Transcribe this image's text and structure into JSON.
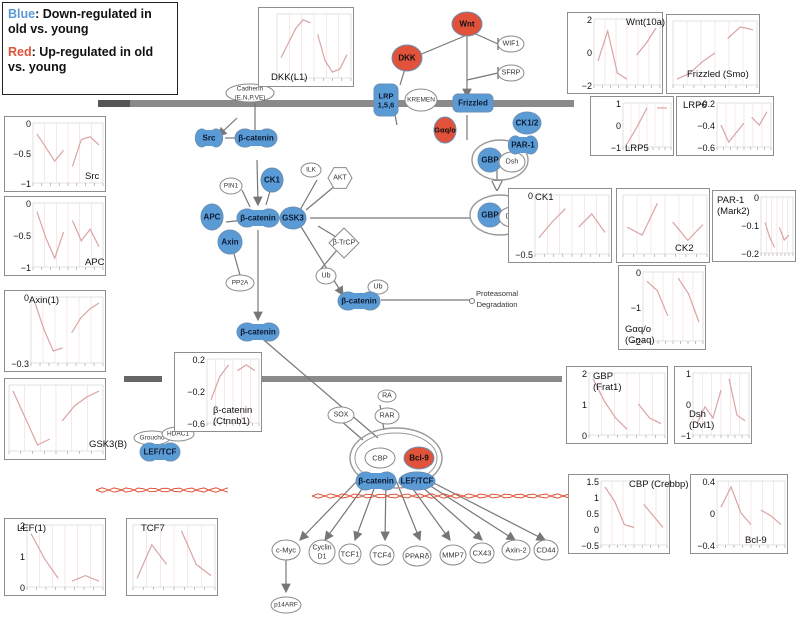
{
  "legend": {
    "blue_key": "Blue",
    "blue_text": ": Down-regulated in old vs. young",
    "red_key": "Red",
    "red_text": ": Up-regulated in old vs. young"
  },
  "colors": {
    "down": "#5b9bd5",
    "up": "#e0523a",
    "neutral": "#ffffff",
    "membrane": "#8a8a8a",
    "plot_line": "#d9a4a4"
  },
  "nodes": [
    {
      "id": "wnt",
      "label": "Wnt",
      "state": "up"
    },
    {
      "id": "dkk",
      "label": "DKK",
      "state": "up"
    },
    {
      "id": "lrp",
      "label": "LRP 1,5,6",
      "state": "down"
    },
    {
      "id": "kremen",
      "label": "KREMEN",
      "state": "neutral"
    },
    {
      "id": "wif1",
      "label": "WIF1",
      "state": "neutral"
    },
    {
      "id": "sfrp",
      "label": "SFRP",
      "state": "neutral"
    },
    {
      "id": "frizzled",
      "label": "Frizzled",
      "state": "down"
    },
    {
      "id": "gaqo",
      "label": "Gαq/o",
      "state": "up"
    },
    {
      "id": "gbp1",
      "label": "GBP",
      "state": "down"
    },
    {
      "id": "dsh1",
      "label": "Dsh",
      "state": "neutral"
    },
    {
      "id": "ck12",
      "label": "CK1/2",
      "state": "down"
    },
    {
      "id": "par1",
      "label": "PAR-1",
      "state": "down"
    },
    {
      "id": "cadherin",
      "label": "Cadherin (E,N,P,VE)",
      "state": "neutral"
    },
    {
      "id": "src",
      "label": "Src",
      "state": "down"
    },
    {
      "id": "bcat1",
      "label": "β-catenin",
      "state": "down"
    },
    {
      "id": "ck1",
      "label": "CK1",
      "state": "down"
    },
    {
      "id": "ilk",
      "label": "ILK",
      "state": "neutral"
    },
    {
      "id": "akt",
      "label": "AKT",
      "state": "neutral"
    },
    {
      "id": "pin1",
      "label": "PIN1",
      "state": "neutral"
    },
    {
      "id": "apc",
      "label": "APC",
      "state": "down"
    },
    {
      "id": "bcat2",
      "label": "β-catenin",
      "state": "down"
    },
    {
      "id": "gsk3",
      "label": "GSK3",
      "state": "down"
    },
    {
      "id": "axin",
      "label": "Axin",
      "state": "down"
    },
    {
      "id": "gbp2",
      "label": "GBP",
      "state": "down"
    },
    {
      "id": "dsh2",
      "label": "Dsh",
      "state": "neutral"
    },
    {
      "id": "btrcp",
      "label": "β-TrCP",
      "state": "neutral"
    },
    {
      "id": "ub1",
      "label": "Ub",
      "state": "neutral"
    },
    {
      "id": "pp2a",
      "label": "PP2A",
      "state": "neutral"
    },
    {
      "id": "ub2",
      "label": "Ub",
      "state": "neutral"
    },
    {
      "id": "bcat3",
      "label": "β-catenin",
      "state": "down"
    },
    {
      "id": "proteasome",
      "label": "Proteasomal Degradation",
      "state": "text"
    },
    {
      "id": "bcat4",
      "label": "β-catenin",
      "state": "down"
    },
    {
      "id": "sox",
      "label": "SOX",
      "state": "neutral"
    },
    {
      "id": "ra",
      "label": "RA",
      "state": "neutral"
    },
    {
      "id": "rar",
      "label": "RAR",
      "state": "neutral"
    },
    {
      "id": "cbp",
      "label": "CBP",
      "state": "neutral"
    },
    {
      "id": "bcl9",
      "label": "Bcl-9",
      "state": "up"
    },
    {
      "id": "bcat5",
      "label": "β-catenin",
      "state": "down"
    },
    {
      "id": "leftcf",
      "label": "LEF/TCF",
      "state": "down"
    },
    {
      "id": "groucho",
      "label": "Groucho",
      "state": "neutral"
    },
    {
      "id": "hdac1",
      "label": "HDAC1",
      "state": "neutral"
    },
    {
      "id": "leftcf2",
      "label": "LEF/TCF",
      "state": "down"
    },
    {
      "id": "cmyc",
      "label": "c-Myc",
      "state": "neutral"
    },
    {
      "id": "cyclind1",
      "label": "Cyclin D1",
      "state": "neutral"
    },
    {
      "id": "tcf1",
      "label": "TCF1",
      "state": "neutral"
    },
    {
      "id": "tcf4",
      "label": "TCF4",
      "state": "neutral"
    },
    {
      "id": "ppard",
      "label": "PPARδ",
      "state": "neutral"
    },
    {
      "id": "mmp7",
      "label": "MMP7",
      "state": "neutral"
    },
    {
      "id": "cx43",
      "label": "CX43",
      "state": "neutral"
    },
    {
      "id": "axin2",
      "label": "Axin-2",
      "state": "neutral"
    },
    {
      "id": "cd44",
      "label": "CD44",
      "state": "neutral"
    },
    {
      "id": "p14arf",
      "label": "p14ARF",
      "state": "neutral"
    }
  ],
  "panels": [
    {
      "id": "dkk",
      "title": "DKK(L1)",
      "ticks": [],
      "values": [
        0.3,
        0.55,
        0.8,
        0.95,
        0.9,
        0.7,
        0.25,
        0.05,
        0.1,
        0.35
      ]
    },
    {
      "id": "wnt10a",
      "title": "Wnt(10a)",
      "ticks": [
        "2",
        "0",
        "−2"
      ],
      "values": [
        0.35,
        0.85,
        0.15,
        0.05,
        0.45,
        0.65,
        0.9
      ]
    },
    {
      "id": "frizzled",
      "title": "Frizzled (Smo)",
      "ticks": [],
      "values": [
        0.05,
        0.15,
        0.35,
        0.5,
        0.75,
        0.95,
        0.9
      ]
    },
    {
      "id": "lrp5",
      "title": "LRP5",
      "ticks": [
        "1",
        "0",
        "−1"
      ],
      "values": [
        0.0,
        0.45,
        0.95,
        0.95,
        0.95
      ]
    },
    {
      "id": "lrp6",
      "title": "LRP6",
      "ticks": [
        "−0.2",
        "−0.4",
        "−0.6"
      ],
      "values": [
        0.5,
        0.05,
        0.3,
        0.55,
        0.7,
        0.5,
        0.85
      ]
    },
    {
      "id": "src",
      "title": "Src",
      "ticks": [
        "0",
        "−0.5",
        "−1"
      ],
      "values": [
        0.85,
        0.6,
        0.35,
        0.55,
        0.25,
        0.75,
        0.8,
        0.65
      ]
    },
    {
      "id": "apc",
      "title": "APC",
      "ticks": [
        "0",
        "−0.5",
        "−1"
      ],
      "values": [
        0.9,
        0.45,
        0.1,
        0.55,
        0.75,
        0.4,
        0.6,
        0.3
      ]
    },
    {
      "id": "ck1",
      "title": "CK1",
      "ticks": [
        "0",
        "−0.5"
      ],
      "values": [
        0.25,
        0.55,
        0.8,
        0.45,
        0.7,
        0.35
      ]
    },
    {
      "id": "ck2",
      "title": "CK2",
      "ticks": [],
      "values": [
        0.45,
        0.3,
        0.9,
        0.55,
        0.2,
        0.5
      ]
    },
    {
      "id": "par1",
      "title": "PAR-1 (Mark2)",
      "ticks": [
        "0",
        "−0.1",
        "−0.2"
      ],
      "values": [
        0.55,
        0.25,
        0.05,
        0.45,
        0.2,
        0.3
      ]
    },
    {
      "id": "axin",
      "title": "Axin(1)",
      "ticks": [
        "0",
        "−0.3"
      ],
      "values": [
        0.95,
        0.5,
        0.15,
        0.2,
        0.45,
        0.7,
        0.85,
        0.95
      ]
    },
    {
      "id": "gnaq",
      "title": "Gαq/o (Gnaq)",
      "ticks": [
        "0",
        "−1",
        "−2"
      ],
      "values": [
        0.9,
        0.75,
        0.35,
        0.95,
        0.7,
        0.25
      ]
    },
    {
      "id": "bcatenin",
      "title": "β-catenin (Ctnnb1)",
      "ticks": [
        "0.2",
        "−0.2",
        "−0.6"
      ],
      "values": [
        0.35,
        0.75,
        0.95,
        0.85,
        0.95,
        0.85
      ]
    },
    {
      "id": "gsk3b",
      "title": "GSK3(B)",
      "ticks": [],
      "values": [
        0.95,
        0.5,
        0.05,
        0.15,
        0.45,
        0.7,
        0.85,
        0.95
      ]
    },
    {
      "id": "gbp",
      "title": "GBP (Frat1)",
      "ticks": [
        "2",
        "1",
        "0"
      ],
      "values": [
        0.95,
        0.55,
        0.25,
        0.05,
        0.5,
        0.25,
        0.15
      ]
    },
    {
      "id": "dsh",
      "title": "Dsh (Dvl1)",
      "ticks": [
        "1",
        "0",
        "−1"
      ],
      "values": [
        0.15,
        0.45,
        0.25,
        0.75,
        0.95,
        0.3,
        0.2
      ]
    },
    {
      "id": "cbp",
      "title": "CBP (Crebbp)",
      "ticks": [
        "1.5",
        "1",
        "0.5",
        "0",
        "−0.5"
      ],
      "values": [
        0.95,
        0.7,
        0.3,
        0.25,
        0.65,
        0.45,
        0.25
      ]
    },
    {
      "id": "bcl9",
      "title": "Bcl-9",
      "ticks": [
        "0.4",
        "0",
        "−0.4"
      ],
      "values": [
        0.6,
        0.95,
        0.5,
        0.3,
        0.55,
        0.45,
        0.3
      ]
    },
    {
      "id": "lef1",
      "title": "LEF(1)",
      "ticks": [
        "2",
        "1",
        "0"
      ],
      "values": [
        0.9,
        0.45,
        0.1,
        0.05,
        0.15,
        0.05
      ]
    },
    {
      "id": "tcf7",
      "title": "TCF7",
      "ticks": [],
      "values": [
        0.1,
        0.7,
        0.35,
        0.95,
        0.35,
        0.15
      ]
    }
  ]
}
